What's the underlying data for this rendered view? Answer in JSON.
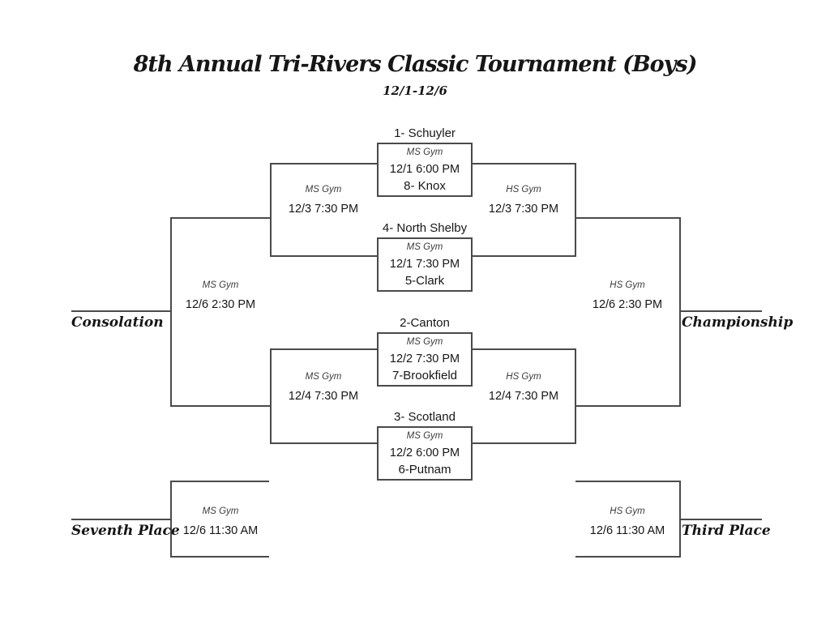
{
  "title": "8th Annual Tri-Rivers Classic Tournament (Boys)",
  "subtitle": "12/1-12/6",
  "colors": {
    "line": "#4a4a4a",
    "text": "#161616",
    "gym_text": "#3d3d3d",
    "background": "#ffffff"
  },
  "games": [
    {
      "top_team": "1- Schuyler",
      "gym": "MS Gym",
      "time": "12/1 6:00 PM",
      "bottom_team": "8- Knox"
    },
    {
      "top_team": "4- North Shelby",
      "gym": "MS Gym",
      "time": "12/1 7:30 PM",
      "bottom_team": "5-Clark"
    },
    {
      "top_team": "2-Canton",
      "gym": "MS Gym",
      "time": "12/2 7:30 PM",
      "bottom_team": "7-Brookfield"
    },
    {
      "top_team": "3- Scotland",
      "gym": "MS Gym",
      "time": "12/2 6:00 PM",
      "bottom_team": "6-Putnam"
    }
  ],
  "rounds": {
    "consolation_semi_1": {
      "gym": "MS Gym",
      "time": "12/3 7:30 PM"
    },
    "championship_semi_1": {
      "gym": "HS Gym",
      "time": "12/3 7:30 PM"
    },
    "consolation_semi_2": {
      "gym": "MS Gym",
      "time": "12/4 7:30 PM"
    },
    "championship_semi_2": {
      "gym": "HS Gym",
      "time": "12/4 7:30 PM"
    },
    "consolation_final": {
      "gym": "MS Gym",
      "time": "12/6 2:30 PM"
    },
    "championship_final": {
      "gym": "HS Gym",
      "time": "12/6 2:30 PM"
    },
    "seventh_place_game": {
      "gym": "MS Gym",
      "time": "12/6 11:30 AM"
    },
    "third_place_game": {
      "gym": "HS Gym",
      "time": "12/6 11:30 AM"
    }
  },
  "places": {
    "consolation": "Consolation",
    "championship": "Championship",
    "seventh": "Seventh Place",
    "third": "Third Place"
  }
}
